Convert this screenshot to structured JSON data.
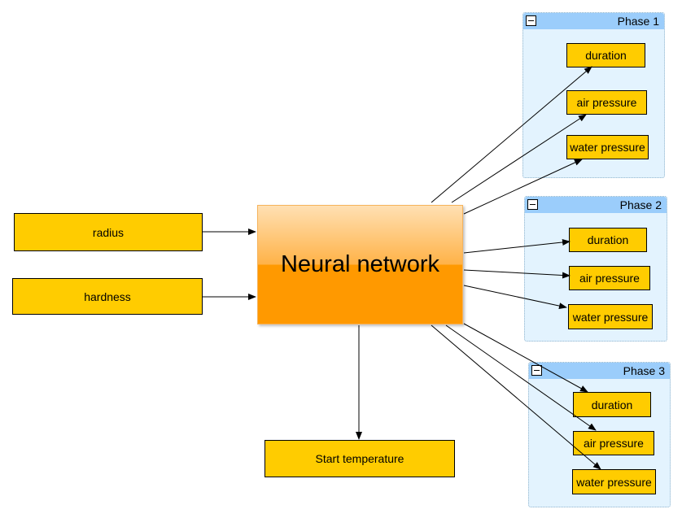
{
  "center": {
    "label": "Neural network"
  },
  "inputs": [
    {
      "label": "radius"
    },
    {
      "label": "hardness"
    }
  ],
  "bottom_output": {
    "label": "Start temperature"
  },
  "groups": [
    {
      "title": "Phase 1",
      "items": [
        "duration",
        "air pressure",
        "water pressure"
      ]
    },
    {
      "title": "Phase 2",
      "items": [
        "duration",
        "air pressure",
        "water pressure"
      ]
    },
    {
      "title": "Phase 3",
      "items": [
        "duration",
        "air pressure",
        "water pressure"
      ]
    }
  ],
  "colors": {
    "node_fill": "#ffcc00",
    "center_top": "#ffe0b3",
    "center_bottom": "#ff9900",
    "group_fill": "#e3f3fe",
    "group_header": "#9bcdfb"
  }
}
